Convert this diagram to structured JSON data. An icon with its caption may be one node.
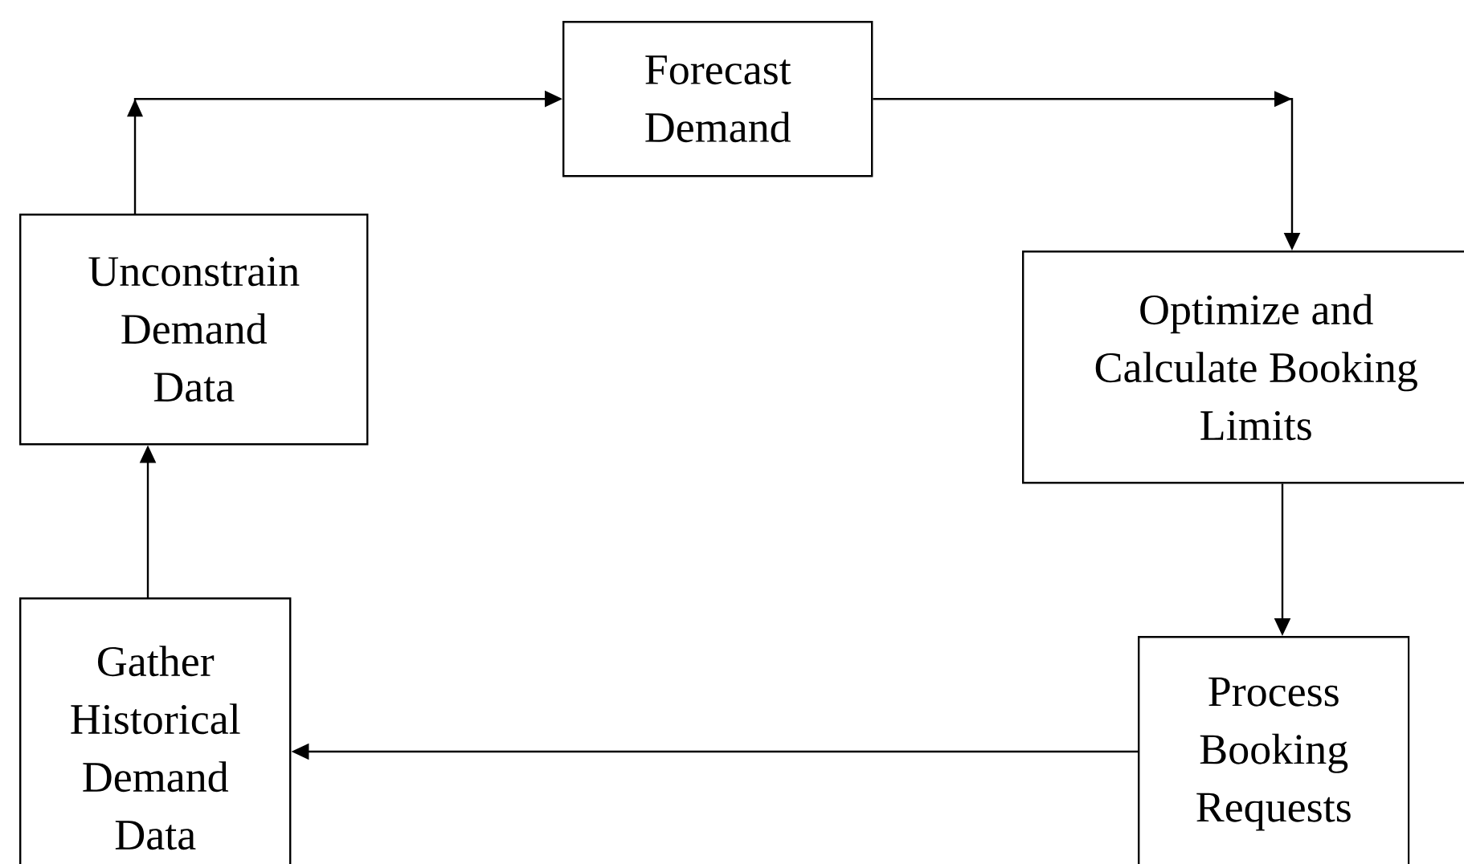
{
  "diagram": {
    "nodes": [
      {
        "text": [
          "Forecast Demand"
        ]
      },
      {
        "text": [
          "Unconstrain Demand Data"
        ]
      },
      {
        "text": [
          "Optimize and Calculate Booking Limits"
        ]
      },
      {
        "text": [
          "Gather Historical Demand Data"
        ]
      },
      {
        "text": [
          "Process Booking Requests"
        ]
      }
    ],
    "edges": [
      {
        "from": 1,
        "to": 0,
        "arrow": "to"
      },
      {
        "from": 0,
        "to": 2,
        "arrow": "to"
      },
      {
        "from": 2,
        "to": 4,
        "arrow": "to"
      },
      {
        "from": 4,
        "to": 3,
        "arrow": "to"
      },
      {
        "from": 3,
        "to": 1,
        "arrow": "to"
      }
    ]
  }
}
